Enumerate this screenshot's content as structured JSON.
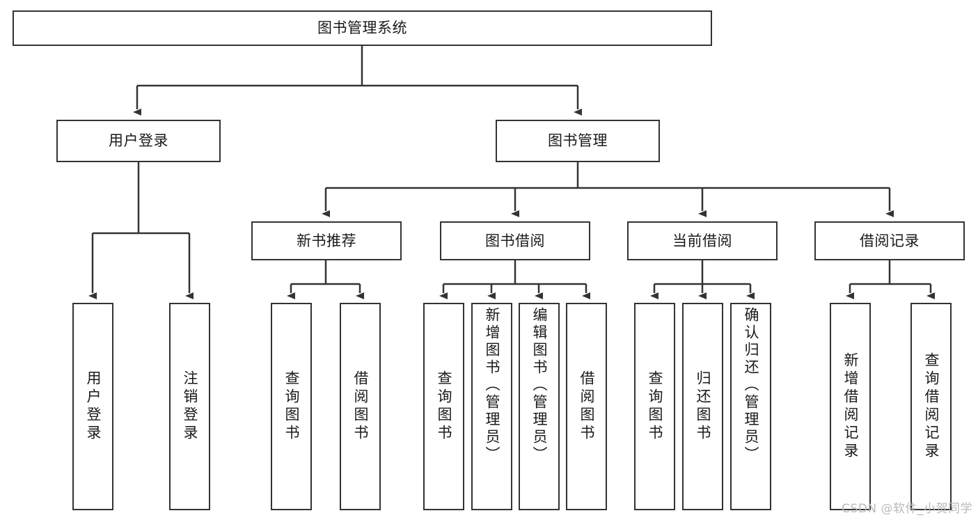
{
  "diagram": {
    "type": "tree-hierarchy-chart",
    "title": "图书管理系统",
    "orientation": "top-down",
    "edge_style": "orthogonal-with-arrowheads",
    "colors": {
      "node_border": "#333333",
      "node_fill": "#ffffff",
      "edge": "#333333",
      "text": "#1a1a1a",
      "background": "#ffffff",
      "watermark": "#b9b9b9"
    }
  },
  "nodes": {
    "root": {
      "label": "图书管理系统"
    },
    "level2": [
      {
        "label": "用户登录"
      },
      {
        "label": "图书管理"
      }
    ],
    "level3": [
      {
        "label": "新书推荐"
      },
      {
        "label": "图书借阅"
      },
      {
        "label": "当前借阅"
      },
      {
        "label": "借阅记录"
      }
    ],
    "leaves": {
      "user_login": [
        {
          "label": "用户登录"
        },
        {
          "label": "注销登录"
        }
      ],
      "new_book": [
        {
          "label": "查询图书"
        },
        {
          "label": "借阅图书"
        }
      ],
      "book_borrow": [
        {
          "label": "查询图书"
        },
        {
          "label": "新增图书（管理员）"
        },
        {
          "label": "编辑图书（管理员）"
        },
        {
          "label": "借阅图书"
        }
      ],
      "current_borrow": [
        {
          "label": "查询图书"
        },
        {
          "label": "归还图书"
        },
        {
          "label": "确认归还（管理员）"
        }
      ],
      "borrow_record": [
        {
          "label": "新增借阅记录"
        },
        {
          "label": "查询借阅记录"
        }
      ]
    }
  },
  "watermark": {
    "text": "CSDN @软件_小贺同学"
  }
}
